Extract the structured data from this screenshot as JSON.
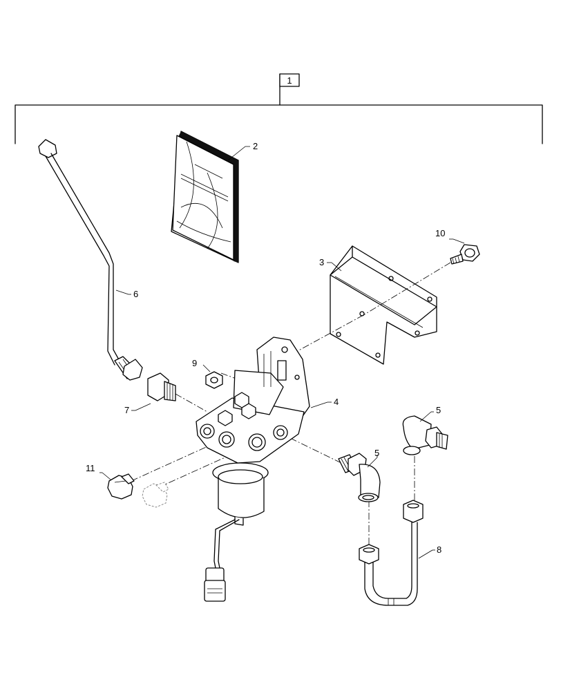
{
  "callouts": {
    "c1": "1",
    "c2": "2",
    "c3": "3",
    "c4": "4",
    "c5a": "5",
    "c5b": "5",
    "c6": "6",
    "c7": "7",
    "c8": "8",
    "c9": "9",
    "c10": "10",
    "c11": "11"
  }
}
